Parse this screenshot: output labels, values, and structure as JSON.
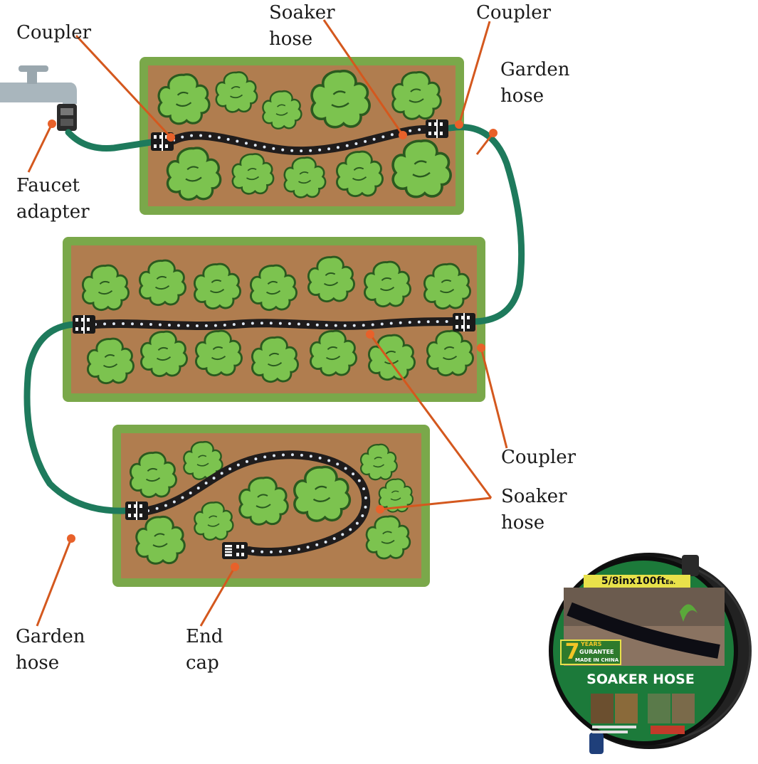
{
  "labels": {
    "coupler_top_left": "Coupler",
    "soaker_hose_top": [
      "Soaker",
      "hose"
    ],
    "coupler_top_right": "Coupler",
    "garden_hose_top_right": [
      "Garden",
      "hose"
    ],
    "faucet_adapter": [
      "Faucet",
      "adapter"
    ],
    "coupler_right": "Coupler",
    "soaker_hose_right": [
      "Soaker",
      "hose"
    ],
    "garden_hose_bottom_left": [
      "Garden",
      "hose"
    ],
    "end_cap": [
      "End",
      "cap"
    ]
  },
  "package": {
    "size": "5/8inx100ft",
    "size_suffix": "Ea.",
    "years_number": "7",
    "years_word": "YEARS",
    "guarantee": "GURANTEE",
    "made_in": "MADE IN CHINA",
    "product_name": "SOAKER HOSE"
  },
  "colors": {
    "leader_line": "#d4581e",
    "dot": "#e8612a",
    "soil": "#b07d4f",
    "grass_border": "#7aa84a",
    "plant_fill": "#7cc34f",
    "plant_outline": "#2a5a1f",
    "garden_hose": "#1e7a5c",
    "soaker_hose": "#1f1c1c",
    "package_green": "#1c7a3a"
  }
}
